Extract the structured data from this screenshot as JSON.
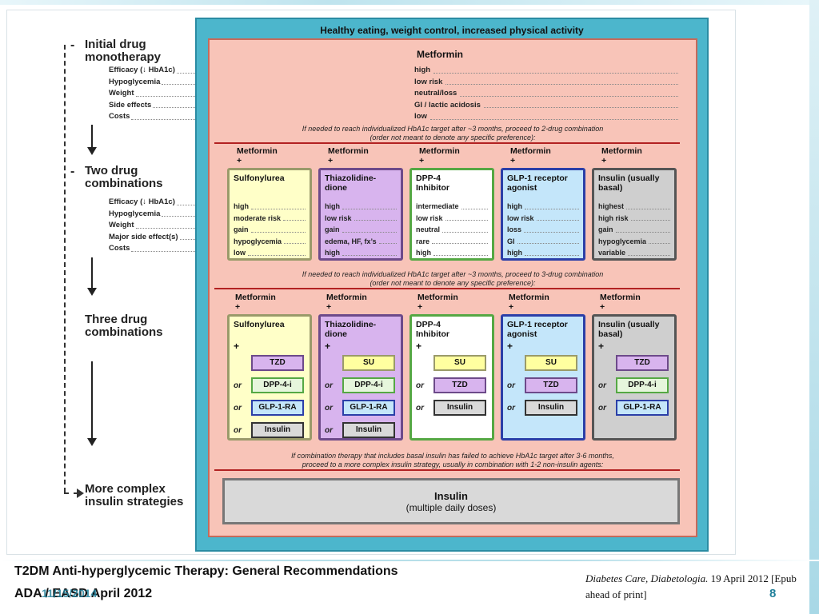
{
  "steps": [
    {
      "dash": "-",
      "title": [
        "Initial drug",
        "monotherapy"
      ]
    },
    {
      "dash": "-",
      "title": [
        "Two drug",
        "combinations"
      ]
    },
    {
      "dash": "",
      "title": [
        "Three drug",
        "combinations"
      ]
    },
    {
      "dash": "-",
      "title": [
        "More complex",
        "insulin strategies"
      ]
    }
  ],
  "criteria_mono": [
    "Efficacy (↓ HbA1c)",
    "Hypoglycemia",
    "Weight",
    "Side effects",
    "Costs"
  ],
  "criteria_dual": [
    "Efficacy (↓ HbA1c)",
    "Hypoglycemia",
    "Weight",
    "Major side effect(s)",
    "Costs"
  ],
  "header": "Healthy eating, weight control, increased physical activity",
  "metformin": {
    "title": "Metformin",
    "values": [
      "high",
      "low risk",
      "neutral/loss",
      "GI / lactic acidosis",
      "low"
    ]
  },
  "note1": [
    "If needed to reach individualized HbA1c target after ~3 months, proceed to 2-drug combination",
    "(order not meant to denote any specific preference):"
  ],
  "note2": [
    "If needed to reach individualized HbA1c target after ~3 months, proceed to 3-drug combination",
    "(order not meant to denote any specific preference):"
  ],
  "note3": [
    "If combination therapy that includes basal insulin has failed to achieve HbA1c target after 3-6 months,",
    "proceed to a more complex insulin strategy, usually in combination with 1-2 non-insulin agents:"
  ],
  "metformin_plus": {
    "name": "Metformin",
    "plus": "+"
  },
  "dual": [
    {
      "name": [
        "Sulfonylurea",
        ""
      ],
      "values": [
        "high",
        "moderate risk",
        "gain",
        "hypoglycemia",
        "low"
      ],
      "bg": "#ffffc8",
      "border": "#9a9a6a"
    },
    {
      "name": [
        "Thiazolidine-",
        "dione"
      ],
      "values": [
        "high",
        "low risk",
        "gain",
        "edema, HF, fx’s",
        "high"
      ],
      "bg": "#d8b4ee",
      "border": "#6d4a8a"
    },
    {
      "name": [
        "DPP-4",
        "Inhibitor"
      ],
      "values": [
        "intermediate",
        "low risk",
        "neutral",
        "rare",
        "high"
      ],
      "bg": "#ffffff",
      "border": "#55a844"
    },
    {
      "name": [
        "GLP-1 receptor",
        "agonist"
      ],
      "values": [
        "high",
        "low risk",
        "loss",
        "GI",
        "high"
      ],
      "bg": "#c4e6fa",
      "border": "#2b3fa8"
    },
    {
      "name": [
        "Insulin (usually",
        "basal)"
      ],
      "values": [
        "highest",
        "high risk",
        "gain",
        "hypoglycemia",
        "variable"
      ],
      "bg": "#cfcfcf",
      "border": "#555555"
    }
  ],
  "triple": [
    {
      "name": [
        "Sulfonylurea",
        ""
      ],
      "bg": "#ffffc8",
      "border": "#9a9a6a",
      "chips": [
        {
          "label": "TZD",
          "bg": "#d8b4ee",
          "border": "#6d4a8a"
        },
        {
          "label": "DPP-4-i",
          "bg": "#e6f6dc",
          "border": "#55a844"
        },
        {
          "label": "GLP-1-RA",
          "bg": "#c4e6fa",
          "border": "#2b3fa8"
        },
        {
          "label": "Insulin",
          "bg": "#d9d9d9",
          "border": "#333333"
        }
      ]
    },
    {
      "name": [
        "Thiazolidine-",
        "dione"
      ],
      "bg": "#d8b4ee",
      "border": "#6d4a8a",
      "chips": [
        {
          "label": "SU",
          "bg": "#ffffa0",
          "border": "#9a9a6a"
        },
        {
          "label": "DPP-4-i",
          "bg": "#e6f6dc",
          "border": "#55a844"
        },
        {
          "label": "GLP-1-RA",
          "bg": "#c4e6fa",
          "border": "#2b3fa8"
        },
        {
          "label": "Insulin",
          "bg": "#d9d9d9",
          "border": "#333333"
        }
      ]
    },
    {
      "name": [
        "DPP-4",
        "Inhibitor"
      ],
      "bg": "#ffffff",
      "border": "#55a844",
      "chips": [
        {
          "label": "SU",
          "bg": "#ffffa0",
          "border": "#9a9a6a"
        },
        {
          "label": "TZD",
          "bg": "#d8b4ee",
          "border": "#6d4a8a"
        },
        {
          "label": "Insulin",
          "bg": "#d9d9d9",
          "border": "#333333"
        }
      ]
    },
    {
      "name": [
        "GLP-1 receptor",
        "agonist"
      ],
      "bg": "#c4e6fa",
      "border": "#2b3fa8",
      "chips": [
        {
          "label": "SU",
          "bg": "#ffffa0",
          "border": "#9a9a6a"
        },
        {
          "label": "TZD",
          "bg": "#d8b4ee",
          "border": "#6d4a8a"
        },
        {
          "label": "Insulin",
          "bg": "#d9d9d9",
          "border": "#333333"
        }
      ]
    },
    {
      "name": [
        "Insulin (usually",
        "basal)"
      ],
      "bg": "#cfcfcf",
      "border": "#555555",
      "chips": [
        {
          "label": "TZD",
          "bg": "#d8b4ee",
          "border": "#6d4a8a"
        },
        {
          "label": "DPP-4-i",
          "bg": "#e6f6dc",
          "border": "#55a844"
        },
        {
          "label": "GLP-1-RA",
          "bg": "#c4e6fa",
          "border": "#2b3fa8"
        }
      ]
    }
  ],
  "or_label": "or",
  "insulin_final": {
    "title": "Insulin",
    "sub": "(multiple daily doses)"
  },
  "footer": {
    "title": "T2DM Anti-hyperglycemic Therapy: General Recommendations",
    "sub": "ADA / EASD April 2012",
    "date": "11/15/2014",
    "citation_journal": "Diabetes Care, Diabetologia.",
    "citation_rest": " 19 April 2012 [Epub ahead of print]",
    "page": "8"
  },
  "colors": {
    "outer": "#4cb6cc",
    "inner": "#f8c4b8",
    "accent": "#1f7f9a"
  }
}
